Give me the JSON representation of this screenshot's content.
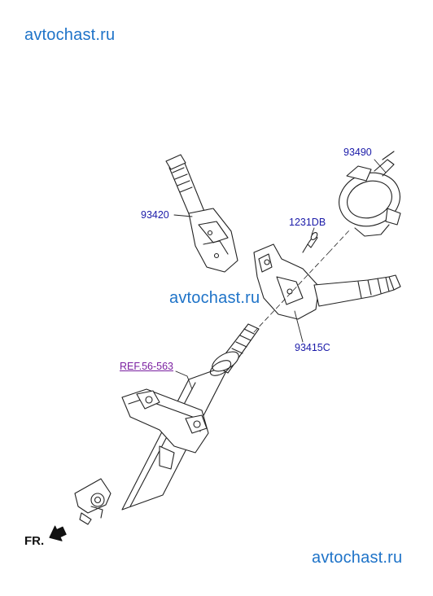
{
  "watermarks": [
    "avtochast.ru",
    "avtochast.ru",
    "avtochast.ru"
  ],
  "parts": [
    {
      "code": "93490"
    },
    {
      "code": "93420"
    },
    {
      "code": "1231DB"
    },
    {
      "code": "93415C"
    }
  ],
  "reference": "REF.56-563",
  "direction_label": "FR.",
  "colors": {
    "watermark": "#1e73c8",
    "part_label": "#1a1aa8",
    "reference_label": "#7a1fa0",
    "linework": "#222222"
  }
}
